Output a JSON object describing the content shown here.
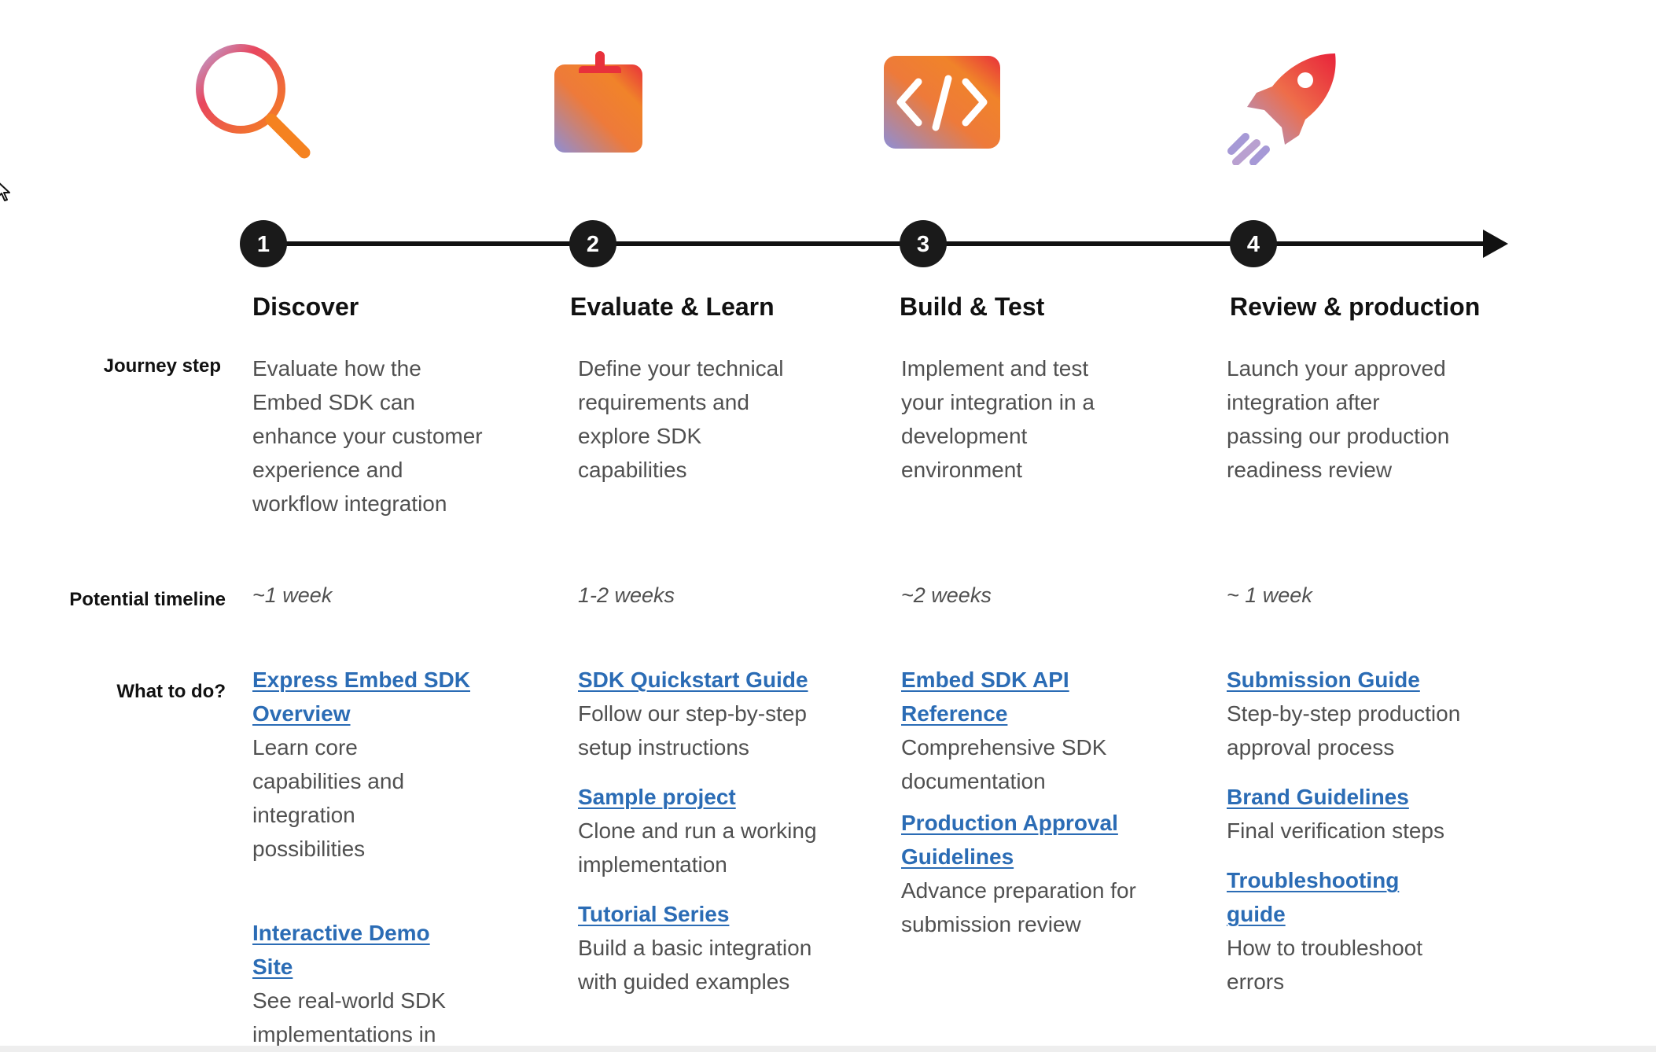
{
  "steps": [
    {
      "number": "1",
      "icon": "search-icon",
      "title": "Discover",
      "description": "Evaluate how the Embed SDK can enhance your customer experience and workflow integration",
      "timeline": "~1 week",
      "resources": [
        {
          "title": "Express Embed SDK Overview",
          "description": "Learn core capabilities and integration possibilities"
        },
        {
          "title": "Interactive Demo Site",
          "description": "See real-world SDK implementations in action"
        }
      ]
    },
    {
      "number": "2",
      "icon": "clipboard-icon",
      "title": "Evaluate & Learn",
      "description": "Define your technical requirements and explore SDK capabilities",
      "timeline": "1-2 weeks",
      "resources": [
        {
          "title": "SDK Quickstart Guide",
          "description": "Follow our step-by-step setup instructions"
        },
        {
          "title": "Sample project",
          "description": "Clone and run a working implementation"
        },
        {
          "title": "Tutorial Series",
          "description": "Build a basic integration with guided examples"
        }
      ]
    },
    {
      "number": "3",
      "icon": "code-icon",
      "title": "Build & Test",
      "description": "Implement and test your integration in a development environment",
      "timeline": "~2 weeks",
      "resources": [
        {
          "title": "Embed SDK API Reference",
          "description": "Comprehensive SDK documentation"
        },
        {
          "title": "Production Approval Guidelines",
          "description": "Advance preparation for submission review"
        }
      ]
    },
    {
      "number": "4",
      "icon": "rocket-icon",
      "title": "Review & production",
      "description": "Launch your approved integration after passing our production readiness review",
      "timeline": "~ 1 week",
      "resources": [
        {
          "title": "Submission Guide",
          "description": "Step-by-step production approval process"
        },
        {
          "title": "Brand Guidelines",
          "description": "Final verification steps"
        },
        {
          "title": "Troubleshooting guide",
          "description": "How to troubleshoot errors"
        }
      ]
    }
  ],
  "row_labels": {
    "journey": "Journey step",
    "timeline": "Potential timeline",
    "todo": "What to do?"
  },
  "colors": {
    "link": "#2b6cb5",
    "node": "#1a1a1a",
    "gradient_start": "#9b8fd0",
    "gradient_mid": "#e83f5b",
    "gradient_end": "#f58220"
  }
}
